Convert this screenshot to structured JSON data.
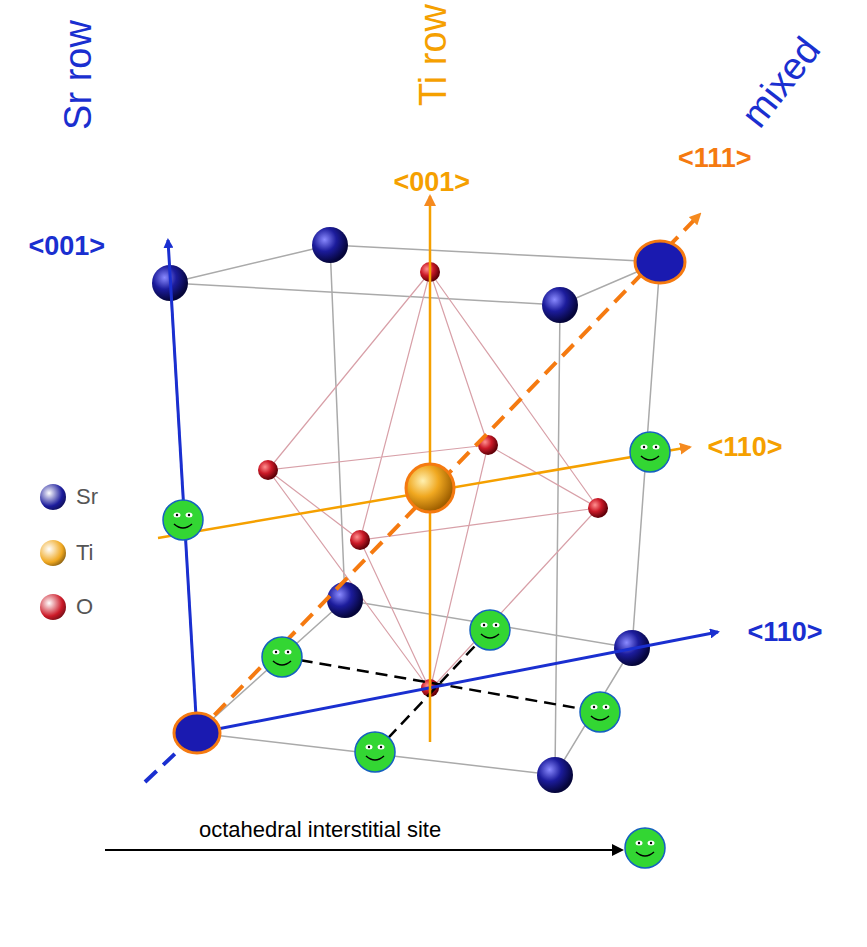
{
  "diagram": {
    "labels": [
      "Sr row",
      "Ti row",
      "mixed",
      "<001>",
      "<001>",
      "<111>",
      "<110>",
      "<110>",
      "octahedral interstitial site"
    ],
    "legend": [
      {
        "text": "Sr",
        "color": "#1c1c9c"
      },
      {
        "text": "Ti",
        "color": "#f0a820"
      },
      {
        "text": "O",
        "color": "#cc1a28"
      }
    ]
  }
}
